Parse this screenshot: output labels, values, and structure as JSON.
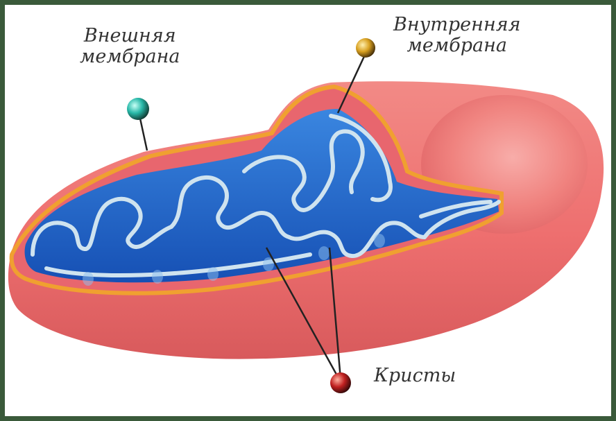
{
  "labels": {
    "outer": {
      "line1": "Внешняя",
      "line2": "мембрана"
    },
    "inner": {
      "line1": "Внутренняя",
      "line2": "мембрана"
    },
    "cristae": "Кристы"
  },
  "colors": {
    "background": "#ffffff",
    "frame": "#3a5a3a",
    "body": "#ee6f6f",
    "body_highlight": "#f7a9a6",
    "outer_rim": "#f0a030",
    "matrix": "#2062c8",
    "crista_line": "#cfe3ef",
    "pointer_line": "#222222",
    "marker_outer": "#27b8a8",
    "marker_inner": "#d8a020",
    "marker_cristae": "#c02020"
  }
}
